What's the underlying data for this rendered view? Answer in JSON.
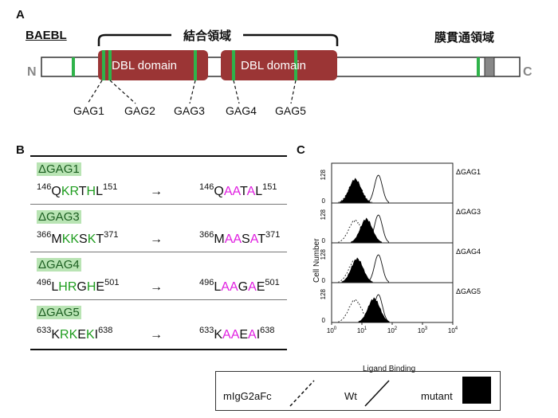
{
  "panel_a": {
    "letter": "A",
    "protein": "BAEBL",
    "n_term": "N",
    "c_term": "C",
    "binding_region": "結合領域",
    "tm_region": "膜貫通領域",
    "domain1": "DBL domain",
    "domain2": "DBL domain",
    "gags": [
      "GAG1",
      "GAG2",
      "GAG3",
      "GAG4",
      "GAG5"
    ],
    "colors": {
      "domain": "#9b3535",
      "gag_marker": "#2fb34a",
      "tm": "#888888"
    }
  },
  "panel_b": {
    "letter": "B",
    "rows": [
      {
        "name": "ΔGAG1",
        "wt": {
          "start": "146",
          "end": "151",
          "seq": [
            [
              "Q",
              "k"
            ],
            [
              "K",
              "g"
            ],
            [
              "R",
              "g"
            ],
            [
              "T",
              "k"
            ],
            [
              "H",
              "g"
            ],
            [
              "L",
              "k"
            ]
          ]
        },
        "mut": {
          "start": "146",
          "end": "151",
          "seq": [
            [
              "Q",
              "k"
            ],
            [
              "A",
              "m"
            ],
            [
              "A",
              "m"
            ],
            [
              "T",
              "k"
            ],
            [
              "A",
              "m"
            ],
            [
              "L",
              "k"
            ]
          ]
        }
      },
      {
        "name": "ΔGAG3",
        "wt": {
          "start": "366",
          "end": "371",
          "seq": [
            [
              "M",
              "k"
            ],
            [
              "K",
              "g"
            ],
            [
              "K",
              "g"
            ],
            [
              "S",
              "k"
            ],
            [
              "K",
              "g"
            ],
            [
              "T",
              "k"
            ]
          ]
        },
        "mut": {
          "start": "366",
          "end": "371",
          "seq": [
            [
              "M",
              "k"
            ],
            [
              "A",
              "m"
            ],
            [
              "A",
              "m"
            ],
            [
              "S",
              "k"
            ],
            [
              "A",
              "m"
            ],
            [
              "T",
              "k"
            ]
          ]
        }
      },
      {
        "name": "ΔGAG4",
        "wt": {
          "start": "496",
          "end": "501",
          "seq": [
            [
              "L",
              "k"
            ],
            [
              "H",
              "g"
            ],
            [
              "R",
              "g"
            ],
            [
              "G",
              "k"
            ],
            [
              "H",
              "g"
            ],
            [
              "E",
              "k"
            ]
          ]
        },
        "mut": {
          "start": "496",
          "end": "501",
          "seq": [
            [
              "L",
              "k"
            ],
            [
              "A",
              "m"
            ],
            [
              "A",
              "m"
            ],
            [
              "G",
              "k"
            ],
            [
              "A",
              "m"
            ],
            [
              "E",
              "k"
            ]
          ]
        }
      },
      {
        "name": "ΔGAG5",
        "wt": {
          "start": "633",
          "end": "638",
          "seq": [
            [
              "K",
              "k"
            ],
            [
              "R",
              "g"
            ],
            [
              "K",
              "g"
            ],
            [
              "E",
              "k"
            ],
            [
              "K",
              "g"
            ],
            [
              "I",
              "k"
            ]
          ]
        },
        "mut": {
          "start": "633",
          "end": "638",
          "seq": [
            [
              "K",
              "k"
            ],
            [
              "A",
              "m"
            ],
            [
              "A",
              "m"
            ],
            [
              "E",
              "k"
            ],
            [
              "A",
              "m"
            ],
            [
              "I",
              "k"
            ]
          ]
        }
      }
    ],
    "arrow": "→"
  },
  "panel_c": {
    "letter": "C",
    "ylabel": "Cell Number",
    "xlabel": "Ligand Binding",
    "y_tick_top": "128",
    "y_tick_bottom": "0",
    "x_ticks": [
      {
        "base": "10",
        "exp": "0"
      },
      {
        "base": "10",
        "exp": "1"
      },
      {
        "base": "10",
        "exp": "2"
      },
      {
        "base": "10",
        "exp": "3"
      },
      {
        "base": "10",
        "exp": "4"
      }
    ],
    "legend": {
      "control": "mIgG2aFc",
      "wt": "Wt",
      "mutant": "mutant"
    }
  },
  "chart_data": [
    {
      "type": "area",
      "title": "ΔGAG1",
      "x_scale": "log",
      "xlim": [
        1,
        10000
      ],
      "ylim": [
        0,
        128
      ],
      "series": [
        {
          "name": "mIgG2aFc",
          "peak_x": 6,
          "style": "dashed"
        },
        {
          "name": "Wt",
          "peak_x": 35,
          "style": "solid"
        },
        {
          "name": "mutant",
          "peak_x": 6,
          "style": "filled"
        }
      ]
    },
    {
      "type": "area",
      "title": "ΔGAG3",
      "x_scale": "log",
      "xlim": [
        1,
        10000
      ],
      "ylim": [
        0,
        128
      ],
      "series": [
        {
          "name": "mIgG2aFc",
          "peak_x": 6,
          "style": "dashed"
        },
        {
          "name": "Wt",
          "peak_x": 35,
          "style": "solid"
        },
        {
          "name": "mutant",
          "peak_x": 14,
          "style": "filled"
        }
      ]
    },
    {
      "type": "area",
      "title": "ΔGAG4",
      "x_scale": "log",
      "xlim": [
        1,
        10000
      ],
      "ylim": [
        0,
        128
      ],
      "series": [
        {
          "name": "mIgG2aFc",
          "peak_x": 6,
          "style": "dashed"
        },
        {
          "name": "Wt",
          "peak_x": 35,
          "style": "solid"
        },
        {
          "name": "mutant",
          "peak_x": 7,
          "style": "filled"
        }
      ]
    },
    {
      "type": "area",
      "title": "ΔGAG5",
      "x_scale": "log",
      "xlim": [
        1,
        10000
      ],
      "ylim": [
        0,
        128
      ],
      "series": [
        {
          "name": "mIgG2aFc",
          "peak_x": 6,
          "style": "dashed"
        },
        {
          "name": "Wt",
          "peak_x": 35,
          "style": "solid"
        },
        {
          "name": "mutant",
          "peak_x": 25,
          "style": "filled"
        }
      ]
    }
  ]
}
